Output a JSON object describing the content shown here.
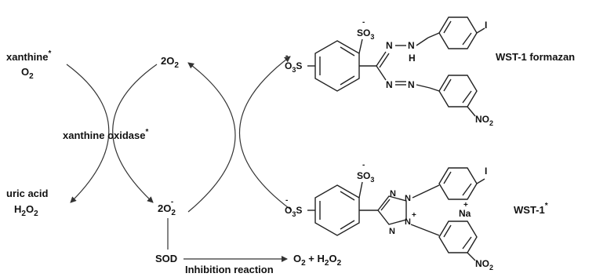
{
  "diagram": {
    "xanthine_label": "xanthine",
    "o2_label": "O",
    "xanthine_oxidase_label": "xanthine oxidase",
    "uric_acid_label": "uric acid",
    "h2o2_left_label": "H",
    "two_o2_top": "2O",
    "two_o2_superoxide": "2O",
    "sod_label": "SOD",
    "inhibition_label": "Inhibition reaction",
    "products_label": "O",
    "asterisk": "*",
    "formazan_label": "WST-1 formazan",
    "wst1_label": "WST-1",
    "so3_label": "SO",
    "o3s_label": "O",
    "iodo_label": "I",
    "no2_label": "NO",
    "na_label": "Na",
    "n_label": "N",
    "h_label": "H",
    "sub_2": "2",
    "sub_3": "3",
    "minus": "-",
    "plus": "+",
    "h2o2_suffix": "O",
    "plus_h2o2": " + H"
  }
}
